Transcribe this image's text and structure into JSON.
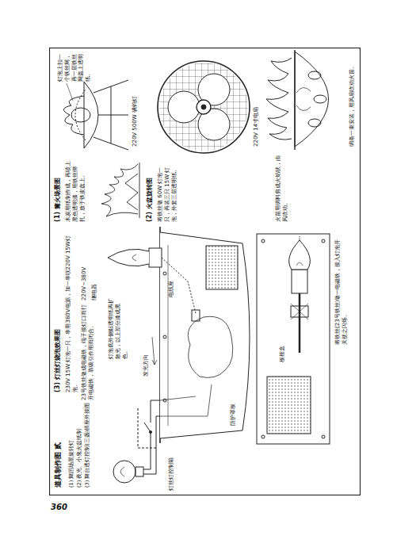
{
  "diagram": {
    "title": "道具制作图  贰",
    "labels": [
      "(1) 篝火场景图",
      "木炭用纸制作成，再喷上黑色透明漆，用铁丝绑扎，放于铁皮盘上。",
      "220V 500W 碘钨灯",
      "灯泡上扣一个铁丝网，再一层铁丝网盖上透明纸。",
      "(2) 火盆旋转图",
      "将铁丝做 60W 灯泡一只，再装三只 15W 灯泡，外套三层透明纸。",
      "220V 14寸电扇",
      "火苗用绸料剪成火焰状，由风吹动。",
      "绸条一束安装，用风扇吹动火苗。",
      "(3) 灯丝灯烧泡效果图",
      "230V 15W 灯泡一只，串用380V电源，加一串联220V 15W灯泡。",
      "23号铁丝做成电磁铁，端子接灯口而打开电磁铁，靠吸引作用而闭合。",
      "220V~380V",
      "继电器",
      "灯泡底外侧贴透明纸再扩散光，以上部分漆成黑色。",
      "电线座",
      "发光方向",
      "防护罩板",
      "灯丝灯控制箱",
      "板框盒",
      "将铁丝(23号铁丝)做一电磁铁，接入灯泡开关使之闪烁。",
      "(1) 舞蹈场景旋转灯",
      "(2) 夜光、小鬼火盆纸制",
      "(3) 舞台透灯控制(三盏)插座外接图",
      "360"
    ]
  }
}
